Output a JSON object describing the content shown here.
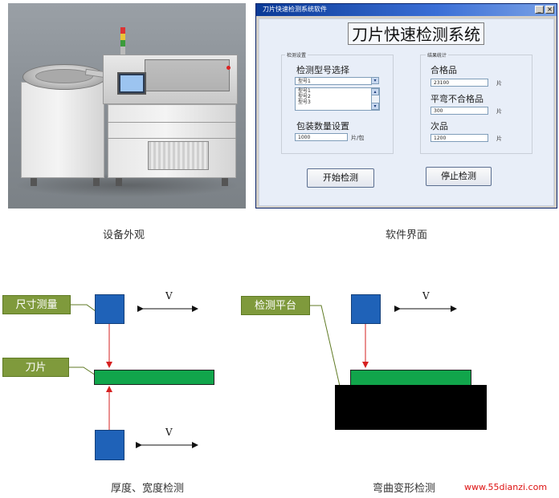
{
  "software": {
    "window_title": "刀片快速检测系统软件",
    "main_title": "刀片快速检测系统",
    "minimize_glyph": "_",
    "close_glyph": "×",
    "settings_group": {
      "legend": "检测设置",
      "model_label": "检测型号选择",
      "model_selected": "型号1",
      "model_options": [
        "型号1",
        "型号2",
        "型号3"
      ],
      "qty_label": "包装数量设置",
      "qty_value": "1000",
      "qty_unit": "片/包"
    },
    "results_group": {
      "legend": "结果统计",
      "pass_label": "合格品",
      "pass_value": "23100",
      "bent_label": "平弯不合格品",
      "bent_value": "300",
      "defect_label": "次品",
      "defect_value": "1200",
      "unit": "片"
    },
    "start_button": "开始检测",
    "stop_button": "停止检测"
  },
  "captions": {
    "device": "设备外观",
    "software": "软件界面",
    "thickness": "厚度、宽度检测",
    "bending": "弯曲变形检测"
  },
  "diagram": {
    "size_tag": "尺寸测量",
    "blade_tag": "刀片",
    "platform_tag": "检测平台",
    "velocity": "V"
  },
  "website": "www.55dianzi.com",
  "colors": {
    "tag_green": "#7f9a3c",
    "sensor_blue": "#1f62b8",
    "blade_green": "#11a54b",
    "beam_red": "#d62020",
    "platform_black": "#000000"
  }
}
